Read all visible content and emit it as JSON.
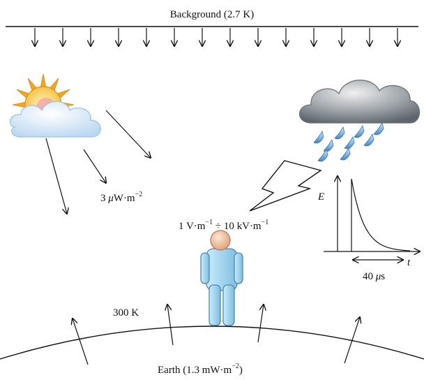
{
  "labels": {
    "background": "Background (2.7 K)",
    "solar_flux_value": "3 ",
    "solar_flux_mu": "μ",
    "solar_flux_unit": "W·m",
    "solar_flux_exp": "−2",
    "field_range_a": "1 V·m",
    "field_range_a_exp": "−1",
    "field_range_sep": " ÷ 10 kV·m",
    "field_range_b_exp": "−1",
    "temperature": "300 K",
    "earth_a": "Earth (1.3 mW·m",
    "earth_exp": "−2",
    "earth_b": ")",
    "pulse_axis_y": "E",
    "pulse_axis_x": "t",
    "pulse_duration_value": "40 ",
    "pulse_duration_mu": "μ",
    "pulse_duration_unit": "s"
  },
  "icons": {
    "sun_cloud": "sun-behind-cloud",
    "storm_cloud": "storm-cloud-rain",
    "lightning": "lightning-bolt",
    "person": "person"
  },
  "colors": {
    "sun": "#f7a41d",
    "cloud": "#e8f1fb",
    "storm_cloud": "#8a9098",
    "rain": "#4a8fd0",
    "person_clothes": "#9fd3ee",
    "person_skin": "#f3c6a0"
  }
}
